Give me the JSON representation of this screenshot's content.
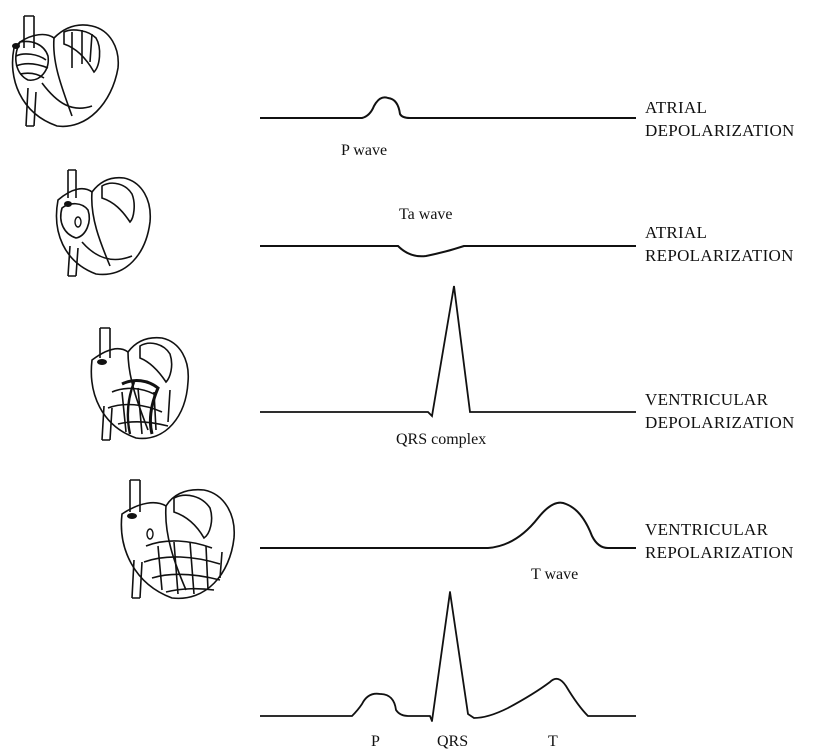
{
  "stages": [
    {
      "phase_line1": "ATRIAL",
      "phase_line2": "DEPOLARIZATION",
      "wave_label": "P wave"
    },
    {
      "phase_line1": "ATRIAL",
      "phase_line2": "REPOLARIZATION",
      "wave_label": "Ta wave"
    },
    {
      "phase_line1": "VENTRICULAR",
      "phase_line2": "DEPOLARIZATION",
      "wave_label": "QRS complex"
    },
    {
      "phase_line1": "VENTRICULAR",
      "phase_line2": "REPOLARIZATION",
      "wave_label": "T wave"
    }
  ],
  "composite": {
    "labels": [
      "P",
      "QRS",
      "T"
    ]
  }
}
